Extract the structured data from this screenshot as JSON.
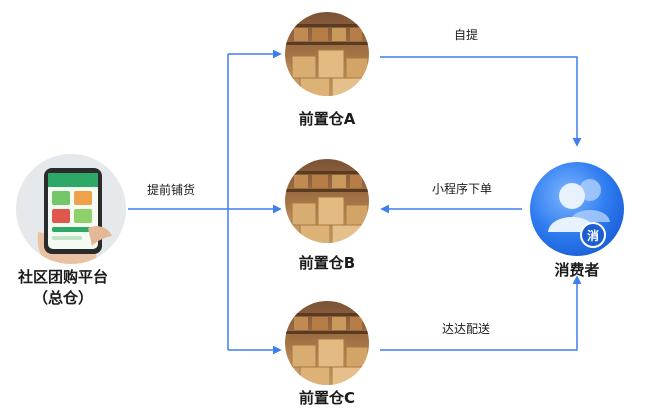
{
  "source": {
    "label_line1": "社区团购平台",
    "label_line2": "（总仓）",
    "icon": "phone-grocery-app"
  },
  "warehouses": [
    {
      "id": "A",
      "label": "前置仓A",
      "icon": "warehouse-boxes"
    },
    {
      "id": "B",
      "label": "前置仓B",
      "icon": "warehouse-boxes"
    },
    {
      "id": "C",
      "label": "前置仓C",
      "icon": "warehouse-boxes"
    }
  ],
  "consumer": {
    "label": "消费者",
    "badge": "消",
    "icon": "user-group"
  },
  "edges": {
    "distribute": "提前铺货",
    "self_pickup": "自提",
    "order": "小程序下单",
    "delivery": "达达配送"
  },
  "colors": {
    "arrow": "#3d7ff0",
    "text": "#1b1b1b",
    "consumer_blue": "#2b78f2",
    "box": "#c99a5c"
  }
}
